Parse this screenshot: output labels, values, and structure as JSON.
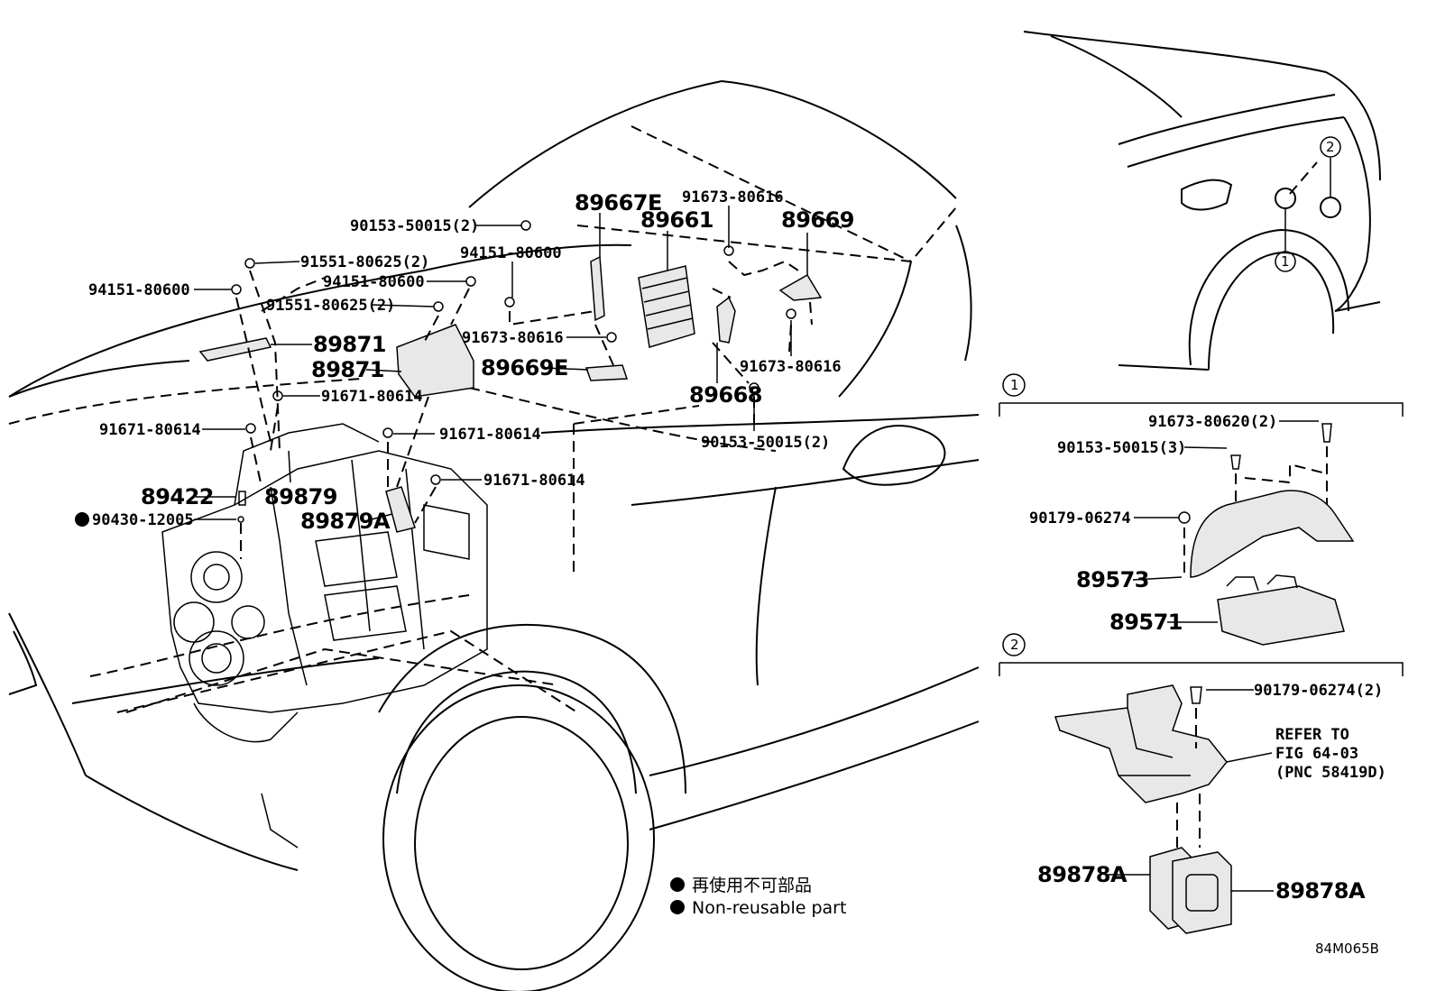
{
  "callouts": {
    "p90153_50015_2_top": "90153-50015(2)",
    "p89667E": "89667E",
    "p89661": "89661",
    "p91673_80616_top": "91673-80616",
    "p89669": "89669",
    "p94151_80600_mid": "94151-80600",
    "p91551_80625_2_a": "91551-80625(2)",
    "p94151_80600_b": "94151-80600",
    "p94151_80600_left": "94151-80600",
    "p91551_80625_2_b": "91551-80625(2)",
    "p91673_80616_mid": "91673-80616",
    "p89871_a": "89871",
    "p89871_b": "89871",
    "p89669E": "89669E",
    "p91673_80616_right": "91673-80616",
    "p89668": "89668",
    "p91671_80614_a": "91671-80614",
    "p90153_50015_2_bottom": "90153-50015(2)",
    "p91671_80614_left": "91671-80614",
    "p91671_80614_b": "91671-80614",
    "p89422": "89422",
    "p89879": "89879",
    "p91671_80614_c": "91671-80614",
    "p90430_12005": "90430-12005",
    "p89879A": "89879A",
    "s1_91673_80620_2": "91673-80620(2)",
    "s1_90153_50015_3": "90153-50015(3)",
    "s1_90179_06274": "90179-06274",
    "s1_89573": "89573",
    "s1_89571": "89571",
    "s2_90179_06274_2": "90179-06274(2)",
    "s2_89878A_left": "89878A",
    "s2_89878A_right": "89878A"
  },
  "section_markers": {
    "marker1": "1",
    "marker2": "2"
  },
  "refer_note": {
    "line1": "REFER TO",
    "line2": "FIG 64-03",
    "line3": "(PNC 58419D)"
  },
  "legend": {
    "jp": "再使用不可部品",
    "en": "Non-reusable part"
  },
  "figure_code": "84M065B"
}
